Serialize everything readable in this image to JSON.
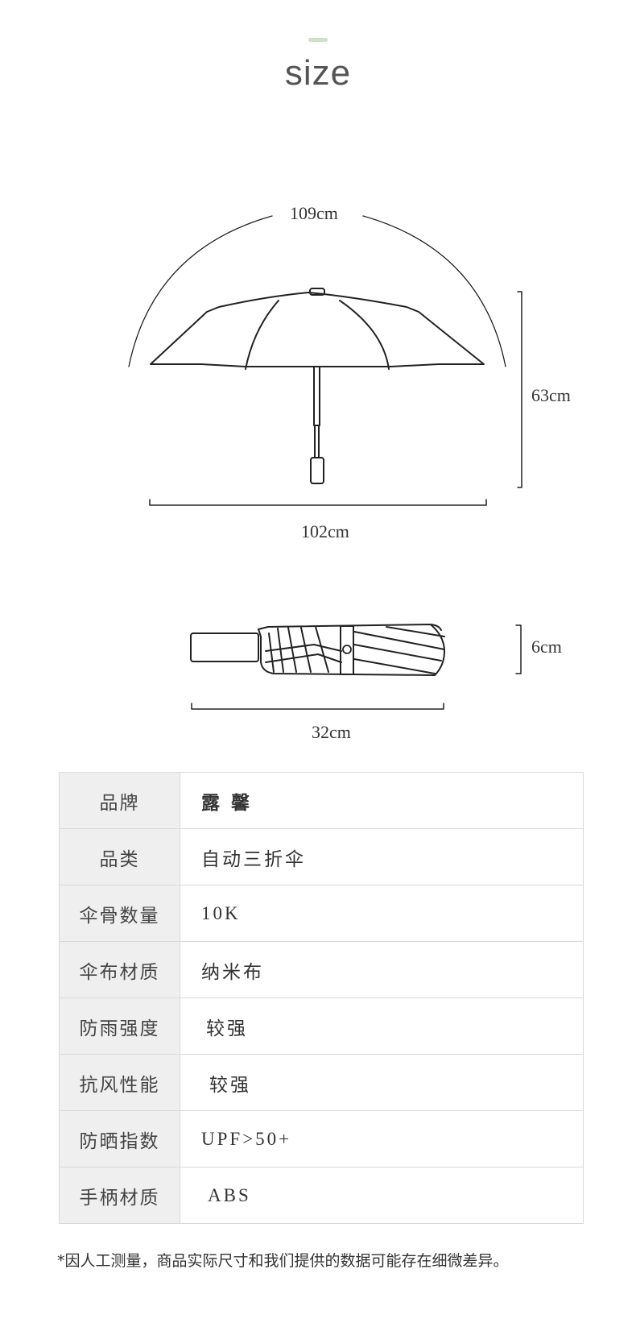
{
  "header": {
    "title": "size"
  },
  "diagram_open": {
    "arc_label": "109cm",
    "height_label": "63cm",
    "width_label": "102cm"
  },
  "diagram_folded": {
    "height_label": "6cm",
    "length_label": "32cm"
  },
  "specs": [
    {
      "key": "品牌",
      "value": "露 馨"
    },
    {
      "key": "品类",
      "value": "自动三折伞"
    },
    {
      "key": "伞骨数量",
      "value": "10K"
    },
    {
      "key": "伞布材质",
      "value": "纳米布"
    },
    {
      "key": "防雨强度",
      "value": "较强"
    },
    {
      "key": "抗风性能",
      "value": "较强"
    },
    {
      "key": "防晒指数",
      "value": "UPF>50+"
    },
    {
      "key": "手柄材质",
      "value": "ABS"
    }
  ],
  "footnote": "*因人工测量，商品实际尺寸和我们提供的数据可能存在细微差异。",
  "colors": {
    "accent": "#cfe0c9",
    "line": "#222222",
    "table_key_bg": "#efefef",
    "border": "#d9d9d9"
  }
}
